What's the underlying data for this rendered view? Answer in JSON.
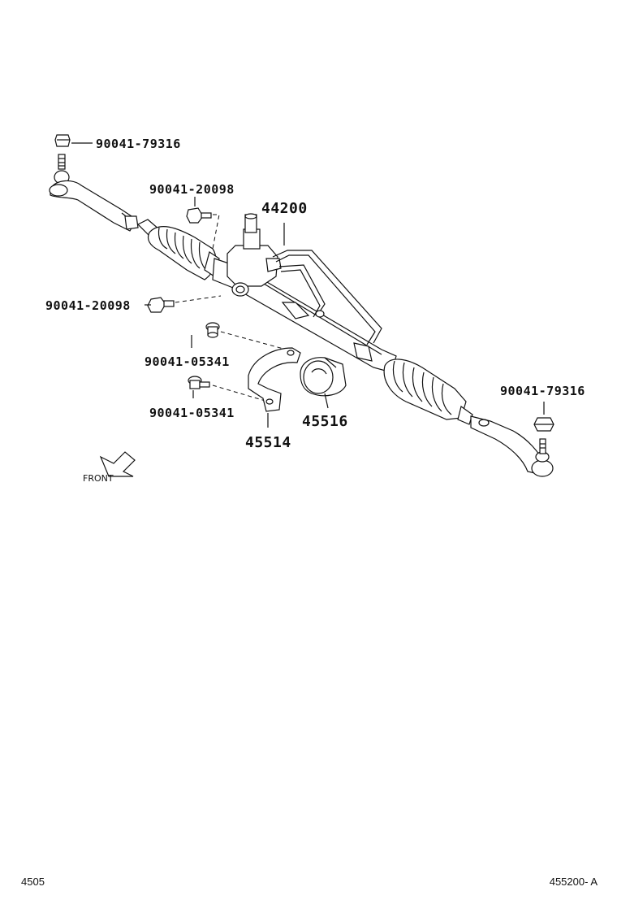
{
  "parts": {
    "nut_top_left": "90041-79316",
    "bolt_upper": "90041-20098",
    "gear_assembly": "44200",
    "bolt_left": "90041-20098",
    "bolt_bracket_upper": "90041-05341",
    "bolt_bracket_lower": "90041-05341",
    "nut_right": "90041-79316",
    "bushing": "45516",
    "bracket": "45514"
  },
  "front_label": "FRONT",
  "footer": {
    "left": "4505",
    "right": "455200- A"
  }
}
